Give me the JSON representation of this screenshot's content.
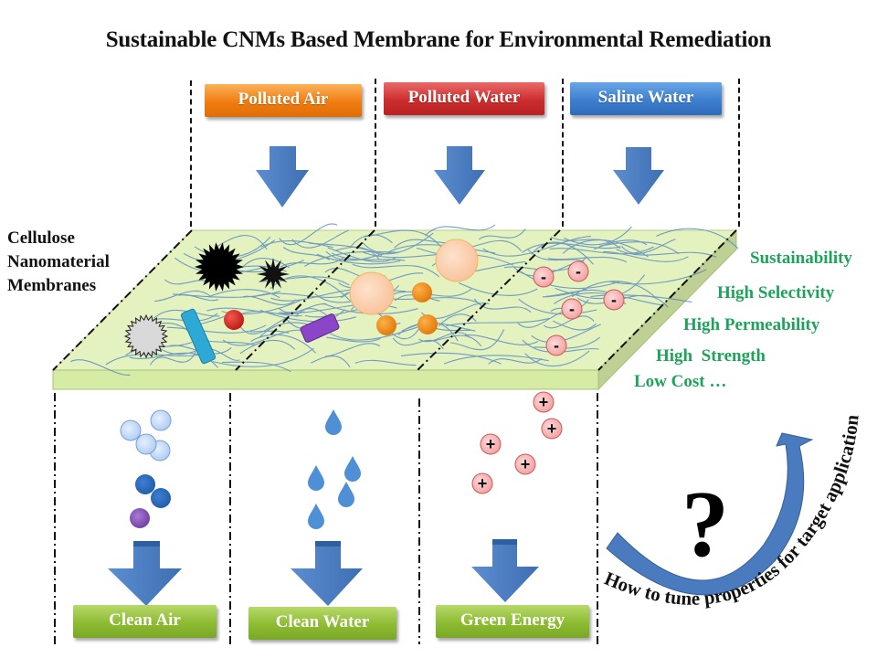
{
  "title": "Sustainable CNMs Based Membrane for Environmental Remediation",
  "inputs": [
    {
      "label": "Polluted Air",
      "color": "#f07c10"
    },
    {
      "label": "Polluted Water",
      "color": "#cc2d2d"
    },
    {
      "label": "Saline Water",
      "color": "#3d7fcf"
    }
  ],
  "membrane": {
    "label_lines": [
      "Cellulose",
      "Nanomaterial",
      "Membranes"
    ],
    "color": "#dff0b0",
    "fiber_color": "#4a7fc0",
    "anion_symbol": "-",
    "cation_symbol": "+"
  },
  "properties": [
    "Sustainability",
    "High Selectivity",
    "High Permeability",
    "High  Strength",
    "Low Cost …"
  ],
  "outputs": [
    {
      "label": "Clean Air",
      "color": "#8dbb32"
    },
    {
      "label": "Clean Water",
      "color": "#8dbb32"
    },
    {
      "label": "Green Energy",
      "color": "#8dbb32"
    }
  ],
  "question": {
    "symbol": "?",
    "curved_text": "How to tune properties for target application"
  },
  "colors": {
    "arrow": "#4a7bbf",
    "property_text": "#1ea35a"
  }
}
